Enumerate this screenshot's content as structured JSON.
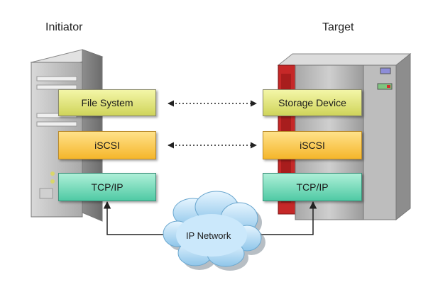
{
  "initiator": {
    "title": "Initiator",
    "layers": [
      "File System",
      "iSCSI",
      "TCP/IP"
    ]
  },
  "target": {
    "title": "Target",
    "layers": [
      "Storage Device",
      "iSCSI",
      "TCP/IP"
    ]
  },
  "network": {
    "label": "IP Network"
  },
  "colors": {
    "file_system": "#e3e681",
    "iscsi": "#f7c948",
    "tcp_ip": "#72dcb6",
    "cloud": "#bfe2f7",
    "server_body": "#b9b9b9",
    "target_accent": "#c62828"
  },
  "icons": [
    "initiator-server-icon",
    "target-storage-icon",
    "network-cloud-icon"
  ]
}
